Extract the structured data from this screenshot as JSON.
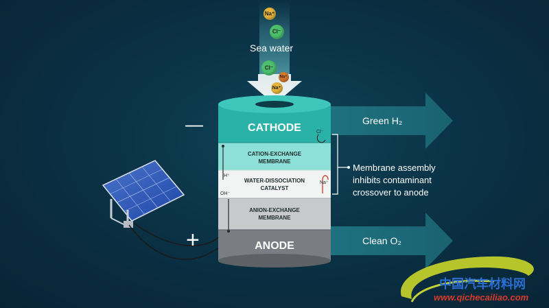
{
  "inputs": {
    "sea_water": "Sea water",
    "ions": [
      {
        "label": "Na⁺",
        "color": "#e6b43a"
      },
      {
        "label": "Cl⁻",
        "color": "#4bbf6b"
      },
      {
        "label": "Cl⁻",
        "color": "#4bbf6b"
      },
      {
        "label": "Na⁺",
        "color": "#d9792a"
      },
      {
        "label": "Na⁺",
        "color": "#e6b43a"
      }
    ]
  },
  "stack": {
    "layers": [
      {
        "label": "CATHODE",
        "color": "#2ab2a8"
      },
      {
        "label": "CATION-EXCHANGE MEMBRANE",
        "color": "#8ce0d7"
      },
      {
        "label": "WATER-DISSOCIATION CATALYST",
        "color": "#f1f4f3"
      },
      {
        "label": "ANION-EXCHANGE MEMBRANE",
        "color": "#c7c9ca"
      },
      {
        "label": "ANODE",
        "color": "#7a7e82"
      }
    ],
    "side_ions": {
      "h": "H⁺",
      "oh": "OH⁻",
      "cl": "Cl⁻",
      "na": "Na⁺"
    }
  },
  "outputs": {
    "top": "Green H₂",
    "bottom": "Clean O₂"
  },
  "annotation": "Membrane assembly inhibits contaminant crossover to anode",
  "terminals": {
    "negative": "—",
    "positive": "+"
  },
  "watermark": {
    "cn": "中国汽车材料网",
    "url": "www.qichecailiao.com"
  },
  "colors": {
    "arrow": "#1d6a78",
    "accent": "#2ab2a8"
  }
}
